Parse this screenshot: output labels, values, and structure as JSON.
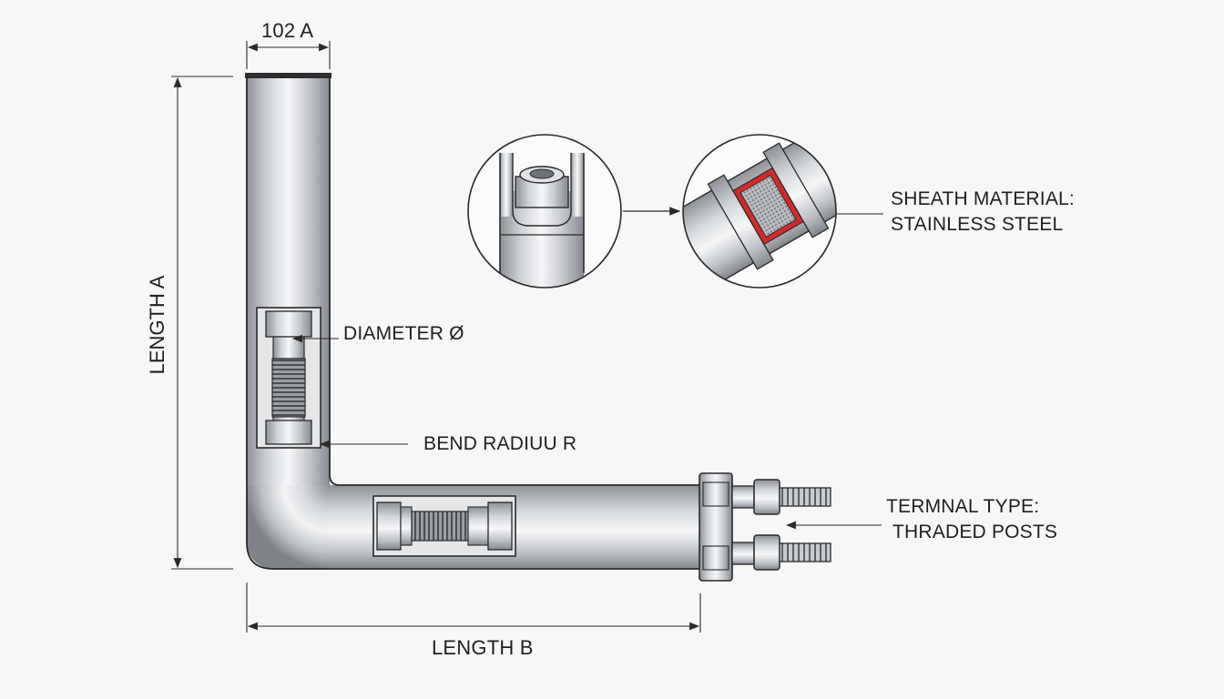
{
  "labels": {
    "dim_top": "102 A",
    "length_a": "LENGTH A",
    "length_b": "LENGTH B",
    "diameter": "DIAMETER Ø",
    "bend_radius": "BEND RADIUU R",
    "sheath_line1": "SHEATH MATERIAL:",
    "sheath_line2": "STAINLESS STEEL",
    "terminal_line1": "TERMNAL TYPE:",
    "terminal_line2": "THRADED POSTS"
  },
  "colors": {
    "background": "#f7f7f7",
    "line": "#2a2a2a",
    "steel_dark": "#8c8f93",
    "steel_light": "#f2f3f4",
    "insulation_red": "#d42a2a"
  }
}
